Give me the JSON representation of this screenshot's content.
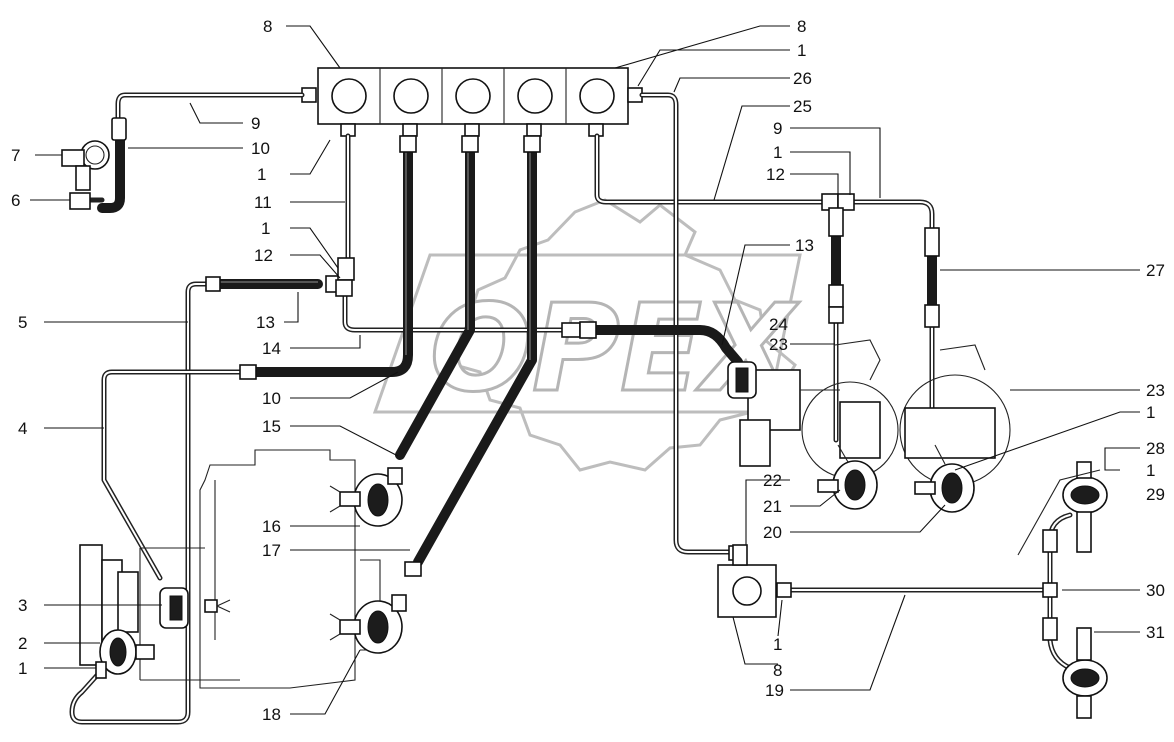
{
  "watermark": {
    "text": "OPEX"
  },
  "labels": [
    {
      "id": "l8a",
      "text": "8"
    },
    {
      "id": "l8b",
      "text": "8"
    },
    {
      "id": "l1a",
      "text": "1"
    },
    {
      "id": "l26",
      "text": "26"
    },
    {
      "id": "l25",
      "text": "25"
    },
    {
      "id": "l9a",
      "text": "9"
    },
    {
      "id": "l9b",
      "text": "9"
    },
    {
      "id": "l10a",
      "text": "10"
    },
    {
      "id": "l7",
      "text": "7"
    },
    {
      "id": "l6",
      "text": "6"
    },
    {
      "id": "l1b",
      "text": "1"
    },
    {
      "id": "l11",
      "text": "11"
    },
    {
      "id": "l1c",
      "text": "1"
    },
    {
      "id": "l12a",
      "text": "12"
    },
    {
      "id": "l1d",
      "text": "1"
    },
    {
      "id": "l12b",
      "text": "12"
    },
    {
      "id": "l13a",
      "text": "13"
    },
    {
      "id": "l27",
      "text": "27"
    },
    {
      "id": "l5",
      "text": "5"
    },
    {
      "id": "l13b",
      "text": "13"
    },
    {
      "id": "l24",
      "text": "24"
    },
    {
      "id": "l23a",
      "text": "23"
    },
    {
      "id": "l14",
      "text": "14"
    },
    {
      "id": "l10b",
      "text": "10"
    },
    {
      "id": "l23b",
      "text": "23"
    },
    {
      "id": "l1e",
      "text": "1"
    },
    {
      "id": "l4",
      "text": "4"
    },
    {
      "id": "l15",
      "text": "15"
    },
    {
      "id": "l28",
      "text": "28"
    },
    {
      "id": "l22",
      "text": "22"
    },
    {
      "id": "l1f",
      "text": "1"
    },
    {
      "id": "l29",
      "text": "29"
    },
    {
      "id": "l21",
      "text": "21"
    },
    {
      "id": "l16",
      "text": "16"
    },
    {
      "id": "l20",
      "text": "20"
    },
    {
      "id": "l17",
      "text": "17"
    },
    {
      "id": "l3",
      "text": "3"
    },
    {
      "id": "l30",
      "text": "30"
    },
    {
      "id": "l2",
      "text": "2"
    },
    {
      "id": "l1g",
      "text": "1"
    },
    {
      "id": "l31",
      "text": "31"
    },
    {
      "id": "l1h",
      "text": "1"
    },
    {
      "id": "l8c",
      "text": "8"
    },
    {
      "id": "l18",
      "text": "18"
    },
    {
      "id": "l19",
      "text": "19"
    }
  ]
}
